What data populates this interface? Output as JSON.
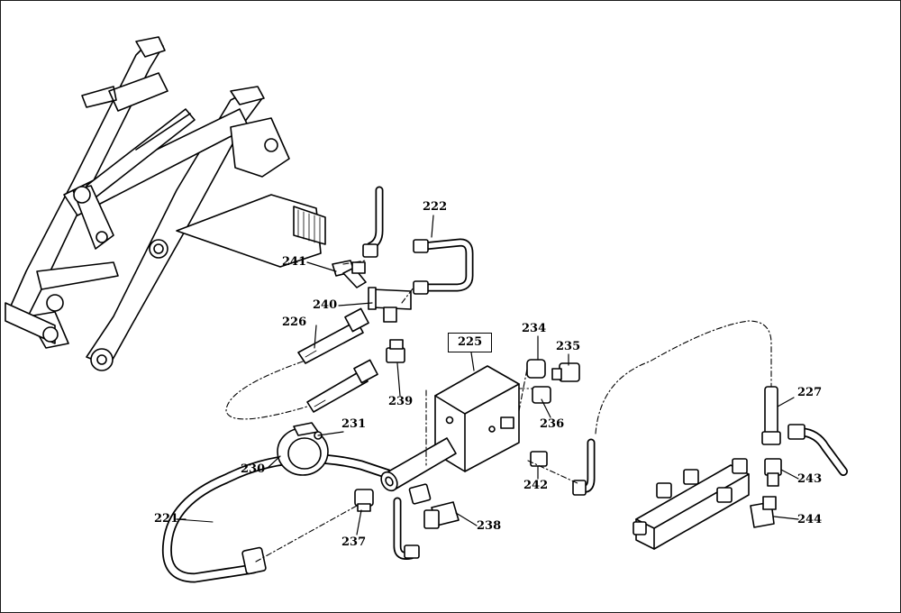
{
  "diagram": {
    "callouts": {
      "c221": "221",
      "c222": "222",
      "c225": "225",
      "c226": "226",
      "c227": "227",
      "c230": "230",
      "c231": "231",
      "c234": "234",
      "c235": "235",
      "c236": "236",
      "c237": "237",
      "c238": "238",
      "c239": "239",
      "c240": "240",
      "c241": "241",
      "c242": "242",
      "c243": "243",
      "c244": "244"
    }
  },
  "colors": {
    "ink": "#000000",
    "paper": "#ffffff"
  }
}
